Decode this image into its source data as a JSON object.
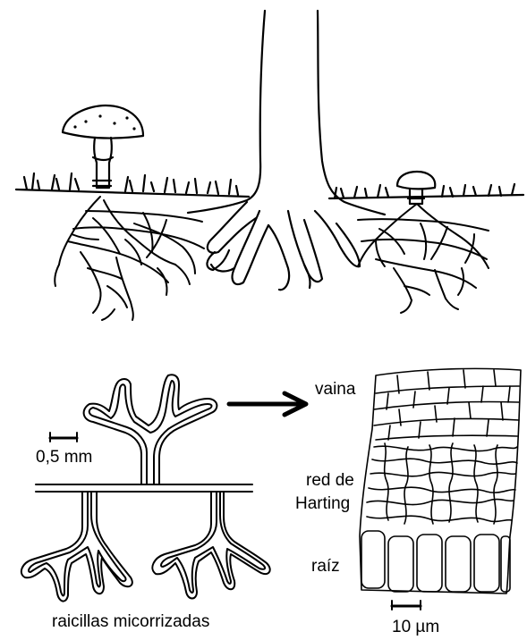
{
  "labels": {
    "vaina": "vaina",
    "red_de": "red de",
    "harting": "Harting",
    "raiz": "raíz",
    "scale_root": "0,5 mm",
    "scale_tissue": "10 µm",
    "caption": "raicillas micorrizadas"
  },
  "colors": {
    "ink": "#000000",
    "paper": "#ffffff"
  }
}
